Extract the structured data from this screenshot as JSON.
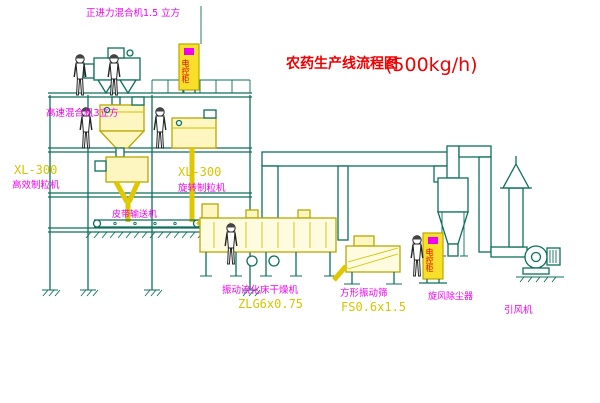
{
  "title": {
    "main": "农药生产线流程图",
    "capacity": "(500kg/h)"
  },
  "labels": {
    "top_mixer": "正进力混合机1.5 立方",
    "high_speed_mixer": "高速混合机3立方",
    "granulator_left_model": "XL-300",
    "granulator_left_name": "高效制粒机",
    "granulator_right_model": "XL-300",
    "granulator_right_name": "旋转制粒机",
    "belt_conveyor": "皮带输送机",
    "dryer_name": "振动流化床干燥机",
    "dryer_model": "ZLG6x0.75",
    "sieve_name": "方形振动筛",
    "sieve_model": "FS0.6x1.5",
    "cyclone_name": "旋风除尘器",
    "fan_name": "引风机",
    "cabinet1": "电控柜",
    "cabinet2": "电控柜"
  },
  "colors": {
    "line_green": "#0e6f5c",
    "equipment_yellow": "#b8a800",
    "label_magenta": "#f000f0",
    "label_yellow": "#d8c400",
    "title_red": "#f00000"
  }
}
